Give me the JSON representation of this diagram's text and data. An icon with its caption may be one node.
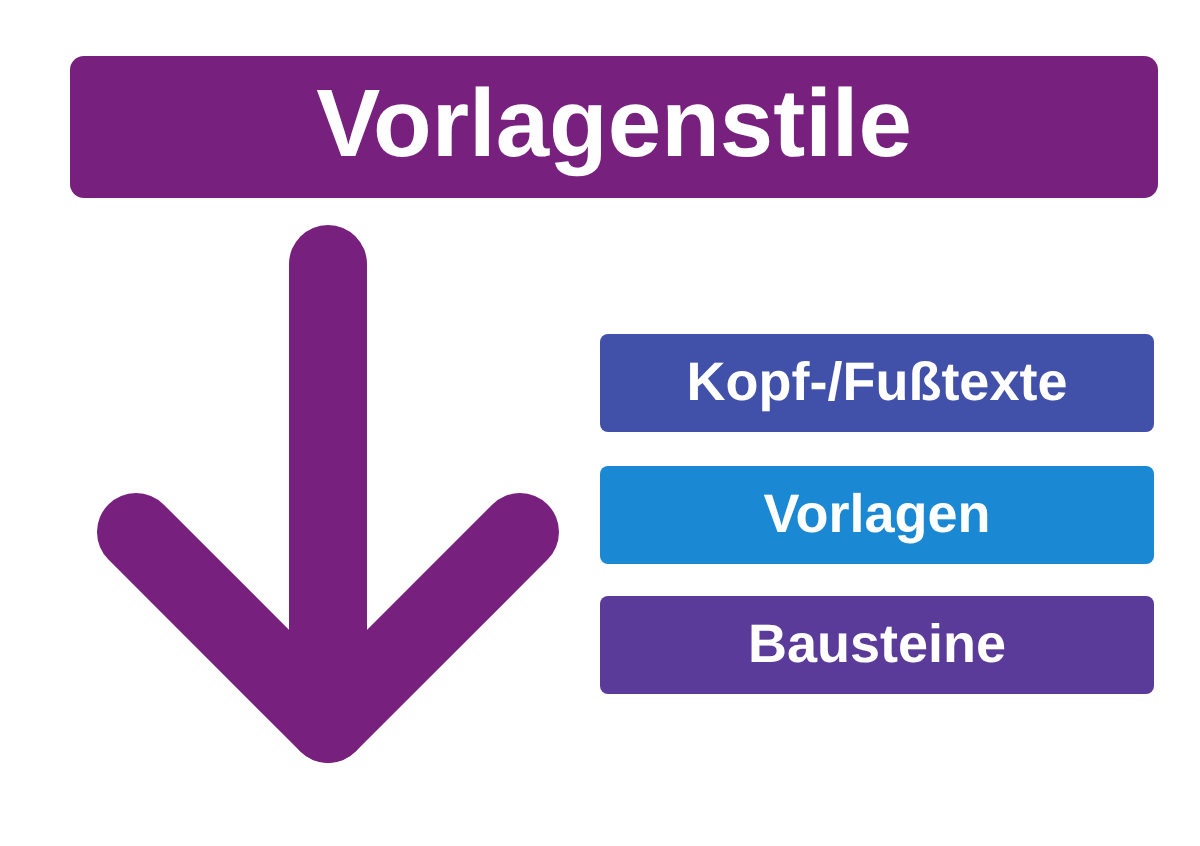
{
  "diagram": {
    "nodes": [
      {
        "text": [
          "Vorlagenstile"
        ]
      },
      {
        "text": [
          "Kopf-/Fußtexte"
        ]
      },
      {
        "text": [
          "Vorlagen"
        ]
      },
      {
        "text": [
          "Bausteine"
        ]
      }
    ]
  }
}
